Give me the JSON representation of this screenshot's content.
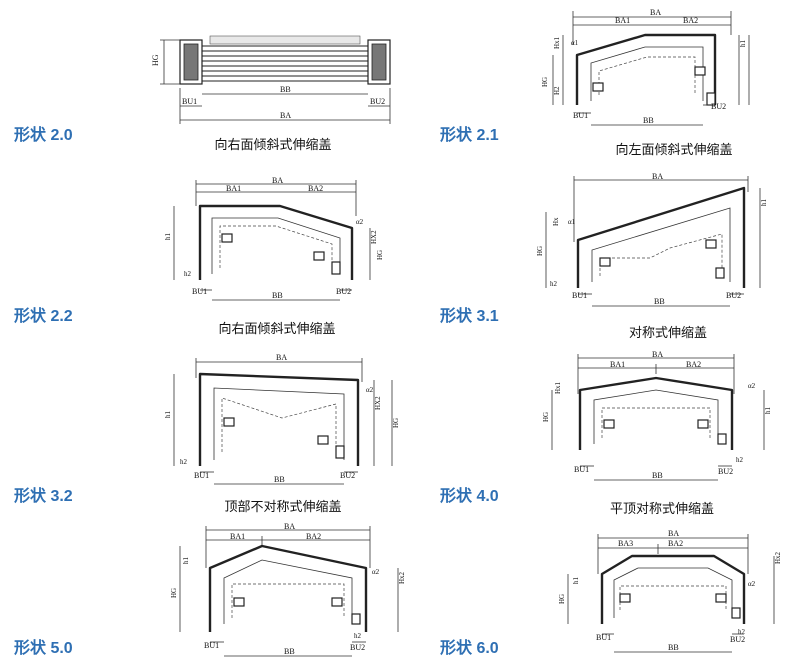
{
  "diagrams": [
    {
      "label": "形状 2.0",
      "caption": "向右面倾斜式伸缩盖",
      "dims": {
        "ba": "BA",
        "bb": "BB",
        "hg": "HG",
        "bu1": "BU1",
        "bu2": "BU2"
      }
    },
    {
      "label": "形状 2.1",
      "caption": "向左面倾斜式伸缩盖",
      "dims": {
        "ba": "BA",
        "ba1": "BA1",
        "ba2": "BA2",
        "bb": "BB",
        "hg": "HG",
        "bu1": "BU1",
        "bu2": "BU2",
        "h1": "h1",
        "h2": "H2",
        "hx": "Hx1",
        "a": "α1"
      }
    },
    {
      "label": "形状 2.2",
      "caption": "向右面倾斜式伸缩盖",
      "dims": {
        "ba": "BA",
        "ba1": "BA1",
        "ba2": "BA2",
        "bb": "BB",
        "hg": "HG",
        "bu1": "BU1",
        "bu2": "BU2",
        "h1": "h1",
        "h2": "h2",
        "hx": "HX2",
        "a": "α2"
      }
    },
    {
      "label": "形状 3.1",
      "caption": "对称式伸缩盖",
      "dims": {
        "ba": "BA",
        "bb": "BB",
        "hg": "HG",
        "bu1": "BU1",
        "bu2": "BU2",
        "h1": "h1",
        "h2": "h2",
        "hx": "Hx",
        "a": "α1"
      }
    },
    {
      "label": "形状 3.2",
      "caption": "顶部不对称式伸缩盖",
      "dims": {
        "ba": "BA",
        "bb": "BB",
        "hg": "HG",
        "bu1": "BU1",
        "bu2": "BU2",
        "h1": "h1",
        "h2": "h2",
        "hx": "HX2",
        "a": "α2"
      }
    },
    {
      "label": "形状 4.0",
      "caption": "平顶对称式伸缩盖",
      "dims": {
        "ba": "BA",
        "ba1": "BA1",
        "ba2": "BA2",
        "bb": "BB",
        "hg": "HG",
        "bu1": "BU1",
        "bu2": "BU2",
        "h1": "h1",
        "h2": "h2",
        "hx": "Hx1",
        "a": "α2"
      }
    },
    {
      "label": "形状 5.0",
      "caption": "",
      "dims": {
        "ba": "BA",
        "ba1": "BA1",
        "ba2": "BA2",
        "bb": "BB",
        "hg": "HG",
        "bu1": "BU1",
        "bu2": "BU2",
        "h1": "h1",
        "h2": "h2",
        "hx": "Hx2",
        "a": "α2"
      }
    },
    {
      "label": "形状 6.0",
      "caption": "",
      "dims": {
        "ba": "BA",
        "ba1": "BA3",
        "ba2": "BA2",
        "bb": "BB",
        "hg": "HG",
        "bu1": "BU1",
        "bu2": "BU2",
        "h1": "h1",
        "h2": "h2",
        "hx": "Hx2",
        "a": "α2"
      }
    }
  ]
}
